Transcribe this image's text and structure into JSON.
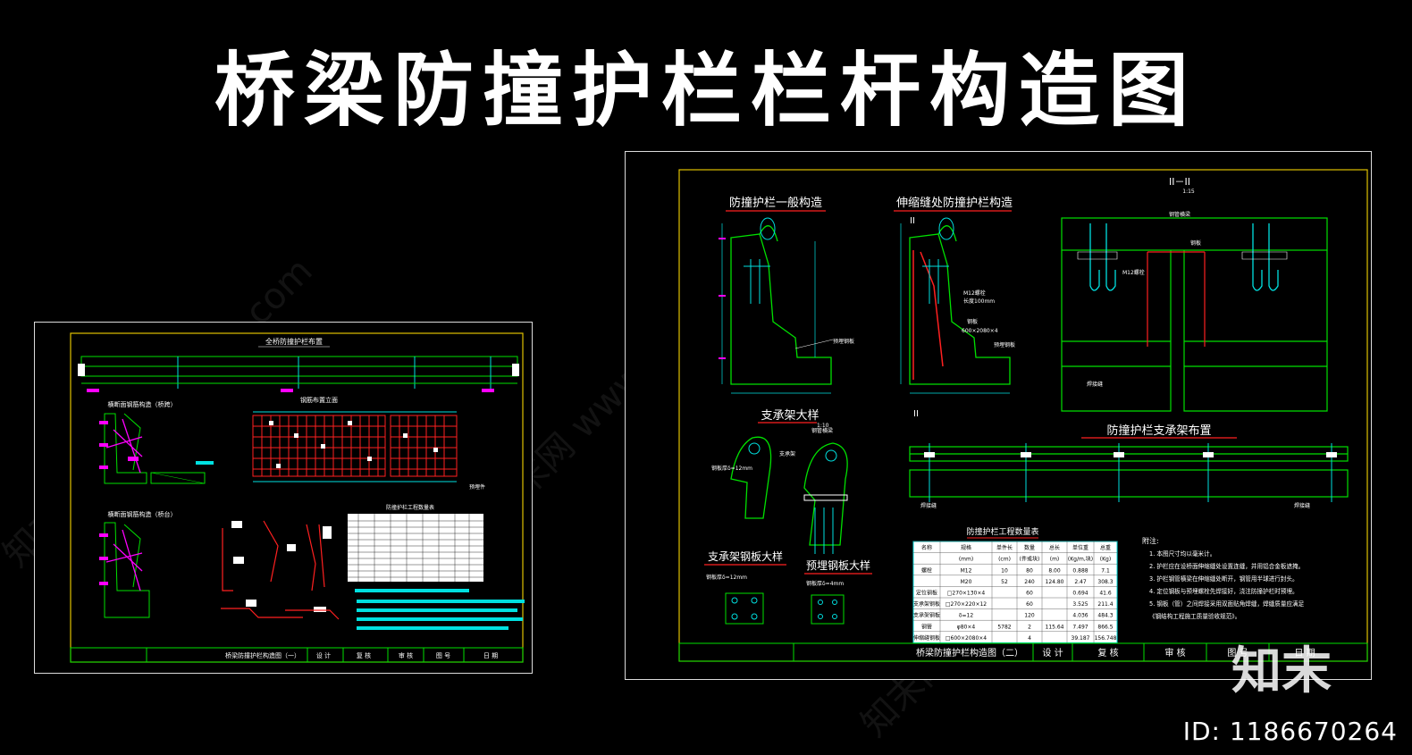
{
  "page_title": "桥梁防撞护栏栏杆构造图",
  "watermark": "知末网 www.znzmo.com",
  "logo_text": "知末",
  "id_label": "ID: 1186670264",
  "sheet1": {
    "top_label": "全桥防撞护栏布置",
    "section_a": "横断面钢筋构造（桥跨）",
    "section_b": "钢筋布置立面",
    "section_c": "横断面钢筋构造（桥台）",
    "table_title": "防撞护栏工程数量表",
    "side_note": "预埋件",
    "title_block": [
      "桥梁防撞护栏构造图（一）",
      "设 计",
      "复 核",
      "审 核",
      "图 号",
      "日 期"
    ]
  },
  "sheet2": {
    "view_general": "防撞护栏一般构造",
    "view_joint": "伸缩缝处防撞护栏构造",
    "view_section": "II－II",
    "scale_small": "1:15",
    "view_support": "支承架大样",
    "scale_support": "1:10",
    "view_layout": "防撞护栏支承架布置",
    "view_plate": "支承架钢板大样",
    "view_embed": "预埋钢板大样",
    "labels": {
      "steel_tube": "钢管横梁",
      "bolt": "M12螺栓",
      "bolt_len": "长度100mm",
      "plate": "钢板",
      "plate_size": "600×2080×4",
      "base": "预埋钢板",
      "support": "支承架",
      "weld": "焊接缝",
      "plate_thk": "钢板厚δ=12mm",
      "embed_thk": "钢板厚δ=4mm",
      "sect_mark": "II"
    },
    "table": {
      "title": "防撞护栏工程数量表",
      "headers": [
        "名称",
        "规格",
        "单件长",
        "数量",
        "总长",
        "单位重",
        "总重"
      ],
      "units": [
        "",
        "(mm)",
        "(cm)",
        "(件或块)",
        "(m)",
        "(Kg/m,块)",
        "(Kg)"
      ],
      "rows": [
        [
          "螺栓",
          "M12",
          "10",
          "80",
          "8.00",
          "0.888",
          "7.1"
        ],
        [
          "",
          "M20",
          "52",
          "240",
          "124.80",
          "2.47",
          "308.3"
        ],
        [
          "定位钢板",
          "□270×130×4",
          "",
          "60",
          "",
          "0.694",
          "41.6"
        ],
        [
          "支承架钢板",
          "□270×220×12",
          "",
          "60",
          "",
          "3.525",
          "211.4"
        ],
        [
          "支承架钢板",
          "δ=12",
          "",
          "120",
          "",
          "4.036",
          "484.3"
        ],
        [
          "钢管",
          "φ80×4",
          "5782",
          "2",
          "115.64",
          "7.497",
          "866.5"
        ],
        [
          "伸缩缝钢板",
          "□600×2080×4",
          "",
          "4",
          "",
          "39.187",
          "156.748"
        ]
      ]
    },
    "notes_title": "附注:",
    "notes": [
      "1. 本图尺寸均以毫米计。",
      "2. 护栏应在设桥面伸缩缝处设置连缝，并用铝合金板遮掩。",
      "3. 护栏钢管横梁在伸缩缝处断开，钢管用半球进行封头。",
      "4. 定位钢板与预埋螺栓先焊接好，浇注防撞护栏时预埋。",
      "5. 钢板（管）之间焊接采用双面贴角焊缝，焊缝质量应满足",
      "   《钢结构工程施工质量验收规范》。"
    ],
    "title_block": [
      "桥梁防撞护栏构造图（二）",
      "设 计",
      "复 核",
      "审 核",
      "图 号",
      "日 期"
    ]
  }
}
